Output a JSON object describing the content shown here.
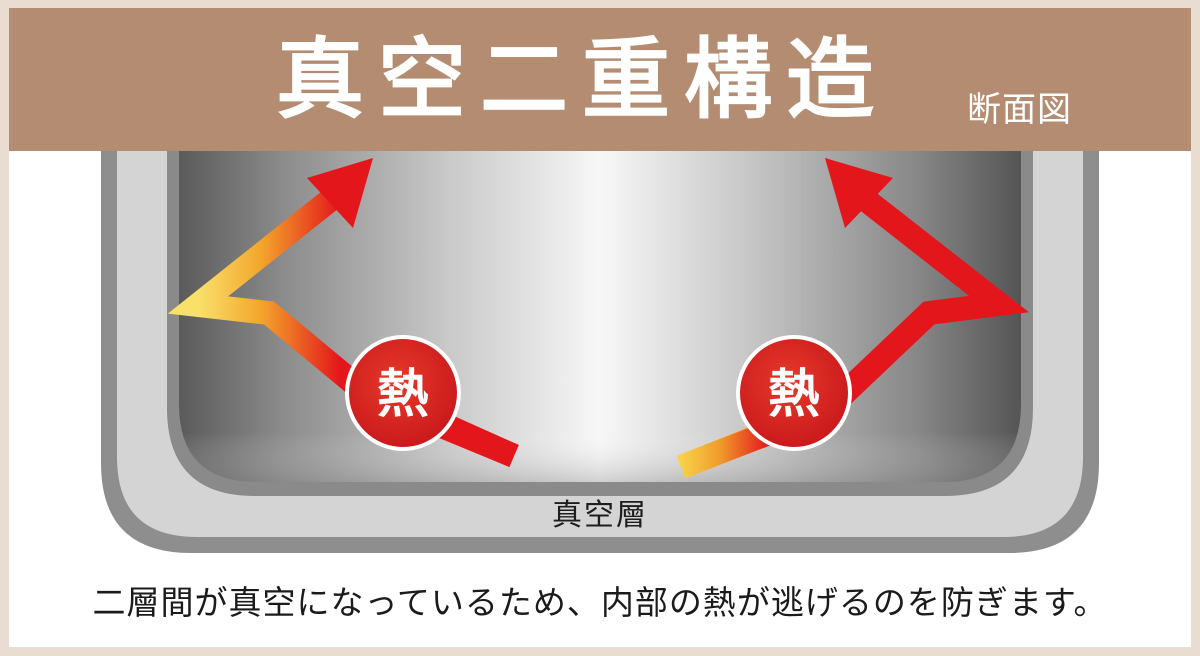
{
  "header": {
    "title": "真空二重構造",
    "subtitle": "断面図"
  },
  "diagram": {
    "heat_label": "熱",
    "layer_label": "真空層"
  },
  "caption": "二層間が真空になっているため、内部の熱が逃げるのを防ぎます。",
  "colors": {
    "header_bg": "#b38c72",
    "frame_border": "#e9ddd2",
    "heat_circle": "#d62020",
    "arrow_red": "#e3161b",
    "arrow_yellow": "#f7d24a"
  }
}
